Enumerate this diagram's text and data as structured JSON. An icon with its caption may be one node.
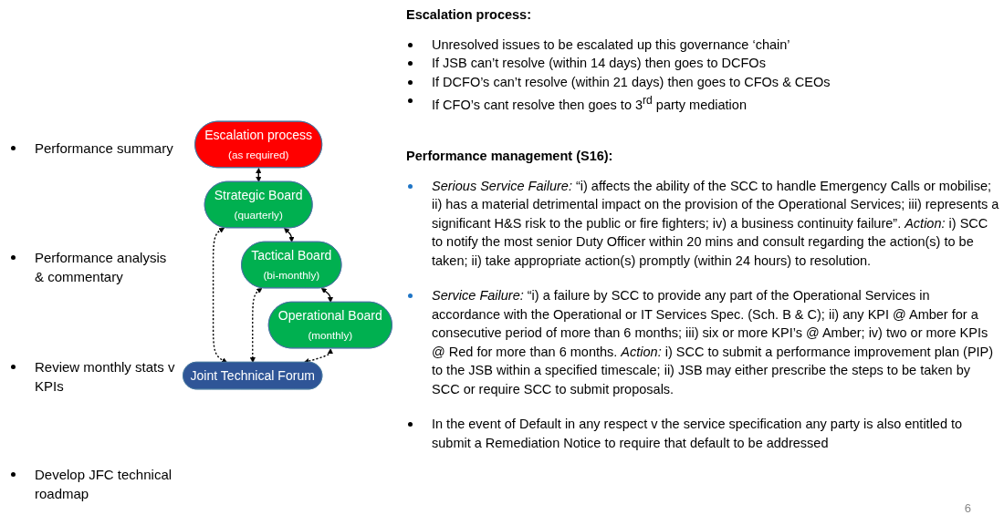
{
  "diagram": {
    "nodes": [
      {
        "text": [
          "Escalation process",
          "(as required)"
        ]
      },
      {
        "text": [
          "Strategic Board",
          "(quarterly)"
        ]
      },
      {
        "text": [
          "Tactical Board",
          "(bi-monthly)"
        ]
      },
      {
        "text": [
          "Operational Board",
          "(monthly)"
        ]
      },
      {
        "text": [
          "Joint Technical Forum"
        ]
      }
    ],
    "edges": [
      {
        "from": 0,
        "to": 1,
        "arrow": "both"
      },
      {
        "from": 1,
        "to": 2,
        "arrow": "both"
      },
      {
        "from": 2,
        "to": 3,
        "arrow": "both"
      },
      {
        "from": 4,
        "to": 1,
        "arrow": "both",
        "style": "dashed"
      },
      {
        "from": 4,
        "to": 2,
        "arrow": "both",
        "style": "dashed"
      },
      {
        "from": 4,
        "to": 3,
        "arrow": "both",
        "style": "dashed"
      }
    ],
    "labels": [
      "Escalation process:",
      "Unresolved issues to be escalated up this governance ‘chain’",
      "If JSB can’t resolve (within 14 days) then goes to DCFOs",
      "If DCFO’s can’t resolve (within 21 days) then goes to CFOs & CEOs",
      "If CFO’s cant resolve then goes to 3$^{rd}$ party mediation",
      "Performance summary",
      "Performance management (S16):",
      "*Serious Service Failure:* “i) affects the ability of the SCC to handle Emergency Calls or mobilise; ii) has a material detrimental impact on the provision of the Operational Services; iii) represents a significant H&S risk to the public or fire fighters; iv) a business continuity failure”. *Action:* i) SCC to notify the most senior Duty Officer within 20 mins and consult regarding the action(s) to be taken; ii) take appropriate action(s) promptly (within 24 hours) to resolution.",
      "Performance analysis & commentary",
      "*Service Failure:* “i) a failure by SCC to provide any part of the Operational Services in accordance with the Operational or IT Services Spec. (Sch. B & C); ii) any KPI @ Amber for a consecutive period of more than 6 months; iii) six or more KPI’s @ Amber; iv) two or more KPIs @ Red for more than 6 months. *Action:* i) SCC to submit a performance improvement plan (PIP) to the JSB within a specified timescale; ii) JSB may either prescribe the steps to be taken by SCC or require SCC to submit proposals.",
      "Review monthly stats v KPIs",
      "In the event of Default in any respect v the service specification any party is also entitled to submit a Remediation Notice to require that default to be addressed",
      "Develop JFC technical roadmap",
      "6"
    ]
  }
}
